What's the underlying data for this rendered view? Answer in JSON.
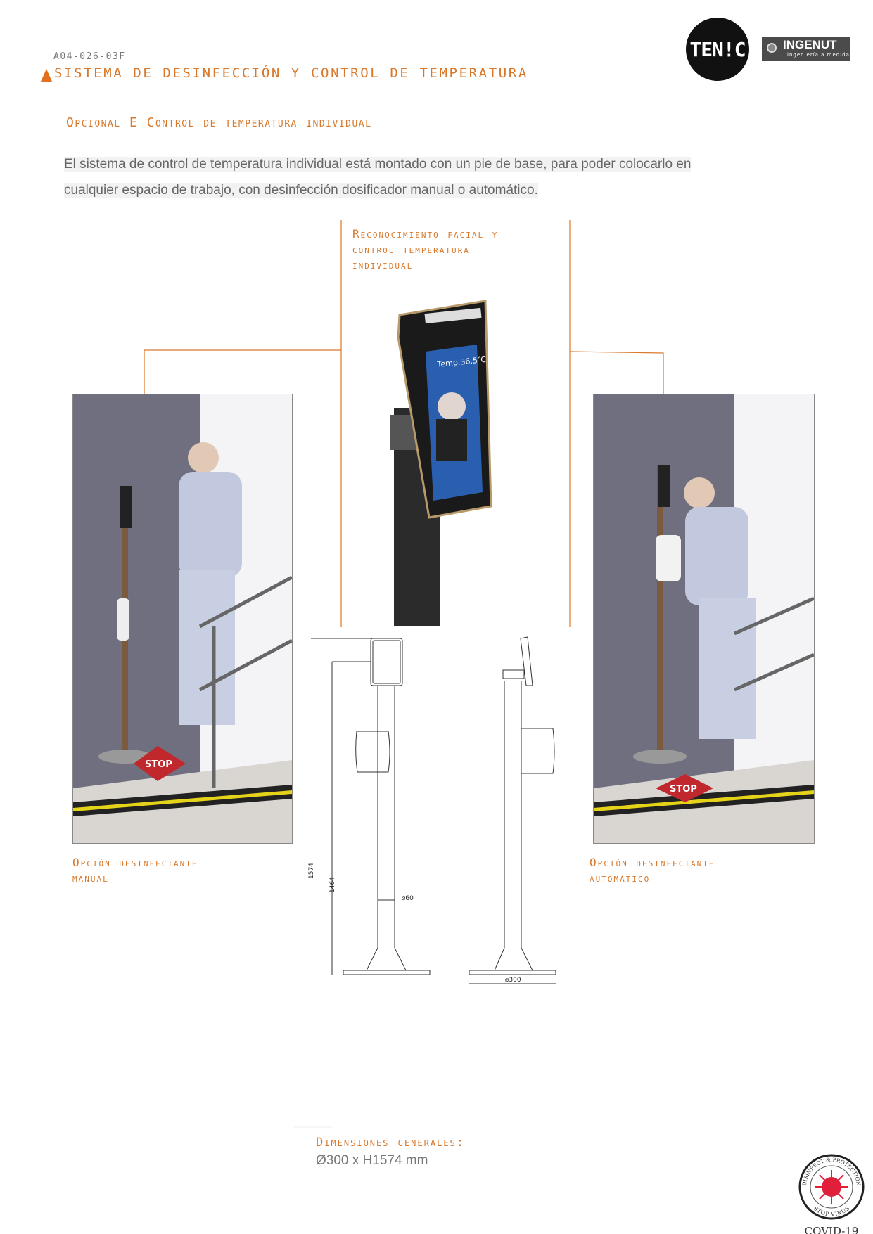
{
  "header": {
    "doc_code": "A04-026-03F",
    "title": "SISTEMA DE DESINFECCIÓN Y CONTROL DE TEMPERATURA",
    "logos": {
      "tenic": "TENIC",
      "ingenut": "INGENUT",
      "ingenut_tagline": "ingeniería a medida"
    }
  },
  "section": {
    "heading": "Opcional E Control de temperatura individual",
    "paragraph_line1": "El sistema de control de temperatura individual está montado con un pie de base, para poder colocarlo en",
    "paragraph_line2": "cualquier espacio de trabajo, con desinfección dosificador manual o automático."
  },
  "callouts": {
    "device_line1": "Reconocimiento facial y",
    "device_line2": "control temperatura",
    "device_line3": "individual",
    "manual_line1": "Opción desinfectante",
    "manual_line2": "manual",
    "auto_line1": "Opción desinfectante",
    "auto_line2": "automático"
  },
  "device_screen": {
    "temp_label": "Temp:36.5℃"
  },
  "photos": {
    "stop_sign": "STOP"
  },
  "drawing": {
    "height_total": "1574",
    "height_screen": "1464",
    "pole_diameter": "⌀60",
    "base_diameter": "⌀300"
  },
  "dimensions": {
    "title": "Dimensiones generales:",
    "value": "Ø300 x H1574 mm"
  },
  "badge": {
    "ring_text_top": "DISINFECT & PROTECTION",
    "ring_text_bottom": "STOP VIRUS",
    "label": "COVID-19"
  },
  "colors": {
    "accent": "#d9782a",
    "text": "#666666"
  }
}
